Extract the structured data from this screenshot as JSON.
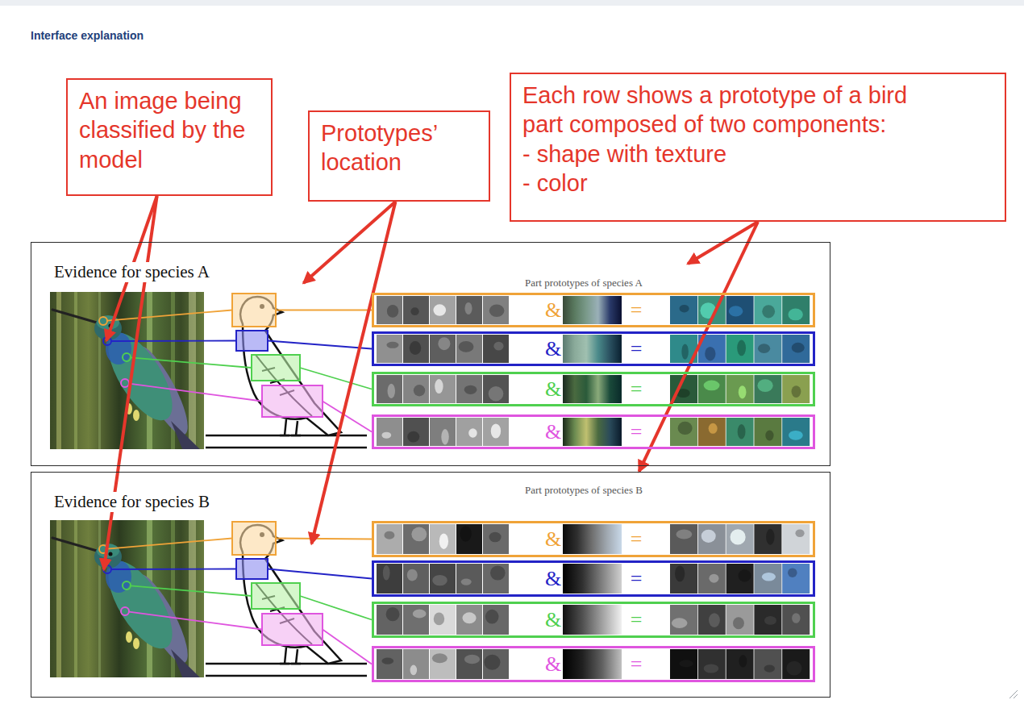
{
  "diagram": {
    "title": "Interface explanation",
    "nodes": [
      {
        "text": [
          "An image being classified by the model"
        ]
      },
      {
        "text": [
          "Prototypes’ location"
        ]
      },
      {
        "text": [
          "Each row shows a prototype of a bird part composed of two components:",
          "- shape with texture",
          "- color"
        ]
      },
      {
        "text": [
          "Evidence for species A",
          "Part prototypes of species A"
        ]
      },
      {
        "text": [
          "&",
          "="
        ],
        "in": 3
      },
      {
        "text": [
          "&",
          "="
        ],
        "in": 3
      },
      {
        "text": [
          "&",
          "="
        ],
        "in": 3
      },
      {
        "text": [
          "&",
          "="
        ],
        "in": 3
      },
      {
        "text": [
          "Evidence for species B",
          "Part prototypes of species B"
        ]
      },
      {
        "text": [
          "&",
          "="
        ],
        "in": 8
      },
      {
        "text": [
          "&",
          "="
        ],
        "in": 8
      },
      {
        "text": [
          "&",
          "="
        ],
        "in": 8
      },
      {
        "text": [
          "&",
          "="
        ],
        "in": 8
      }
    ],
    "edges": [
      {
        "from": 0,
        "to": 3,
        "arrow": "to"
      },
      {
        "from": 0,
        "to": 8,
        "arrow": "to"
      },
      {
        "from": 1,
        "to": 3,
        "arrow": "to"
      },
      {
        "from": 1,
        "to": 8,
        "arrow": "to"
      },
      {
        "from": 2,
        "to": 3,
        "arrow": "to"
      },
      {
        "from": 2,
        "to": 8,
        "arrow": "to"
      }
    ]
  }
}
